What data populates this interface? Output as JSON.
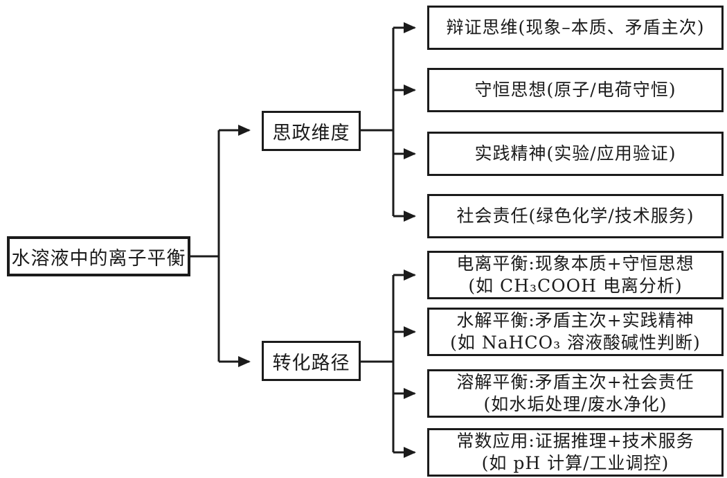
{
  "diagram": {
    "title_node": "水溶液中的离子平衡",
    "root": {
      "label": "水溶液中的离子平衡"
    },
    "branches": [
      {
        "label": "思政维度",
        "children": [
          {
            "label": "辩证思维(现象–本质、矛盾主次)"
          },
          {
            "label": "守恒思想(原子/电荷守恒)"
          },
          {
            "label": "实践精神(实验/应用验证)"
          },
          {
            "label": "社会责任(绿色化学/技术服务)"
          }
        ]
      },
      {
        "label": "转化路径",
        "children": [
          {
            "line1": "电离平衡:现象本质+守恒思想",
            "line2": "(如 CH₃COOH 电离分析)"
          },
          {
            "line1": "水解平衡:矛盾主次+实践精神",
            "line2": "(如 NaHCO₃ 溶液酸碱性判断)"
          },
          {
            "line1": "溶解平衡:矛盾主次+社会责任",
            "line2": "(如水垢处理/废水净化)"
          },
          {
            "line1": "常数应用:证据推理+技术服务",
            "line2": "(如 pH 计算/工业调控)"
          }
        ]
      }
    ],
    "colors": {
      "background": "#ffffff",
      "line": "#1b1b1b",
      "box_border": "#1b1b1b",
      "text": "#1b1b1b"
    }
  }
}
